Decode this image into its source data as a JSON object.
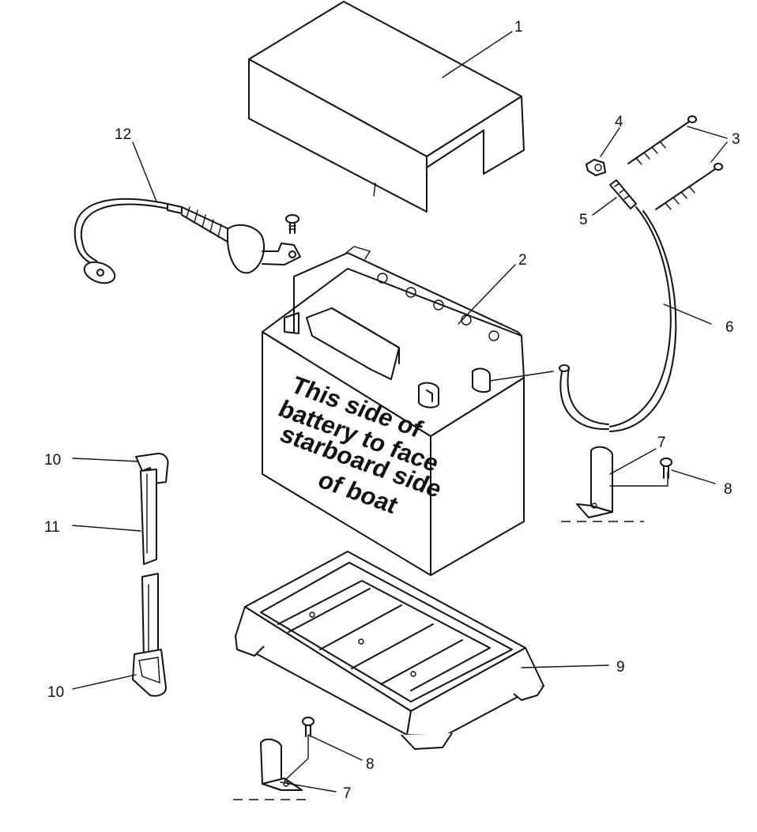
{
  "diagram": {
    "battery_note": [
      "This side of",
      "battery to face",
      "starboard side",
      "of boat"
    ],
    "callouts": {
      "c1": "1",
      "c2": "2",
      "c3": "3",
      "c4": "4",
      "c5": "5",
      "c6": "6",
      "c7a": "7",
      "c7b": "7",
      "c8a": "8",
      "c8b": "8",
      "c9": "9",
      "c10a": "10",
      "c10b": "10",
      "c11": "11",
      "c12": "12"
    }
  }
}
